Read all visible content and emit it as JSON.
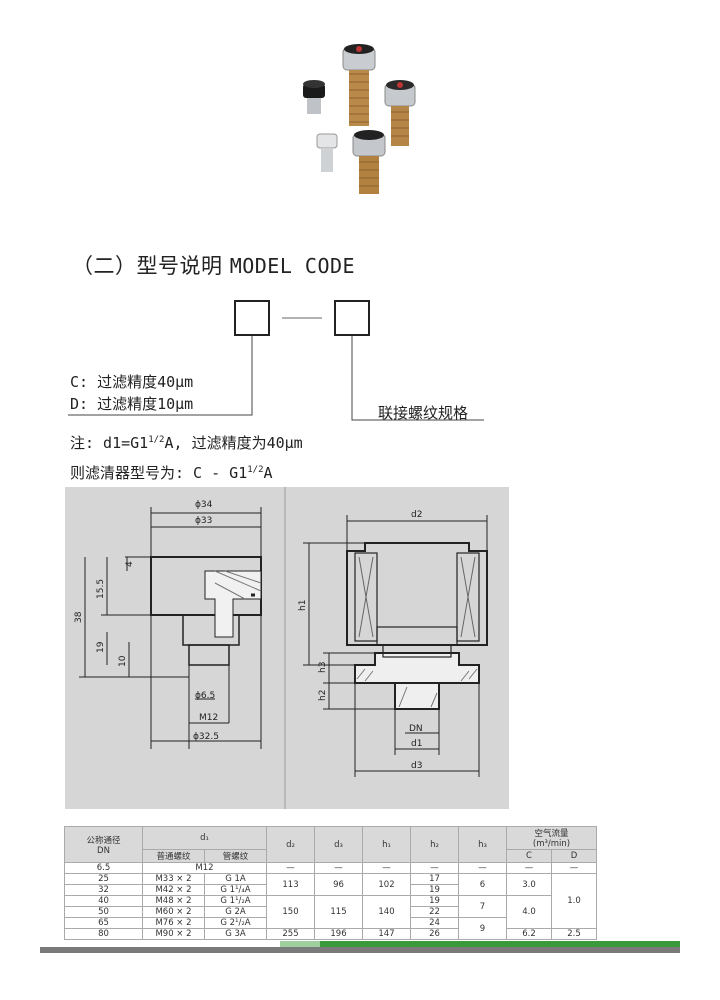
{
  "section": {
    "title_cn": "（二）型号说明",
    "title_en": "MODEL CODE"
  },
  "model_code": {
    "option_c": "C: 过滤精度40μm",
    "option_d": "D: 过滤精度10μm",
    "thread_label": "联接螺纹规格"
  },
  "note": {
    "line1_prefix": "注: d1=G1",
    "line1_frac": "1/2",
    "line1_suffix": "A, 过滤精度为40μm",
    "line2_prefix": "则滤清器型号为: C - G1",
    "line2_frac": "1/2",
    "line2_suffix": "A"
  },
  "drawing_left": {
    "dim_phi34": "ϕ34",
    "dim_phi33": "ϕ33",
    "dim_4": "4",
    "dim_38": "38",
    "dim_15_5": "15.5",
    "dim_19": "19",
    "dim_10": "10",
    "dim_phi6_5": "ϕ6.5",
    "dim_m12": "M12",
    "dim_phi32_5": "ϕ32.5"
  },
  "drawing_right": {
    "dim_d2": "d2",
    "dim_h1": "h1",
    "dim_h3": "h3",
    "dim_h2": "h2",
    "dim_dn": "DN",
    "dim_d1": "d1",
    "dim_d3": "d3"
  },
  "table": {
    "headers": {
      "dn_cn": "公称通径",
      "dn": "DN",
      "d1": "d₁",
      "d1_common": "普通螺纹",
      "d1_pipe": "管螺纹",
      "d2": "d₂",
      "d3": "d₃",
      "h1": "h₁",
      "h2": "h₂",
      "h3": "h₃",
      "flow": "空气流量",
      "flow_unit": "(m³/min)",
      "c": "C",
      "d": "D"
    },
    "row_m12": {
      "dn": "6.5",
      "thread": "M12",
      "d2": "—",
      "d3": "—",
      "h1": "—",
      "h2": "—",
      "h3": "—",
      "c": "—",
      "d": "—"
    },
    "rows": [
      {
        "dn": "25",
        "common": "M33 × 2",
        "pipe": "G 1A",
        "h2": "17"
      },
      {
        "dn": "32",
        "common": "M42 × 2",
        "pipe": "G 1¹/₄A",
        "h2": "19"
      },
      {
        "dn": "40",
        "common": "M48 × 2",
        "pipe": "G 1¹/₂A",
        "h2": "19"
      },
      {
        "dn": "50",
        "common": "M60 × 2",
        "pipe": "G 2A",
        "h2": "22"
      },
      {
        "dn": "65",
        "common": "M76 × 2",
        "pipe": "G 2¹/₂A",
        "h2": "24"
      },
      {
        "dn": "80",
        "common": "M90 × 2",
        "pipe": "G 3A",
        "h2": "26"
      }
    ],
    "group1": {
      "d2": "113",
      "d3": "96",
      "h1": "102",
      "h3": "6",
      "c": "3.0"
    },
    "group2": {
      "d2": "150",
      "d3": "115",
      "h1": "140",
      "h3": "7",
      "c": "4.0"
    },
    "group3": {
      "d2": "255",
      "d3": "196",
      "h1": "147",
      "h3": "9",
      "c": "6.2",
      "d": "2.5"
    },
    "d_shared": "1.0"
  },
  "colors": {
    "panel": "#d6d6d6",
    "line": "#222222",
    "green": "#3a9a3a",
    "gray_bar": "#7a7a7a"
  }
}
